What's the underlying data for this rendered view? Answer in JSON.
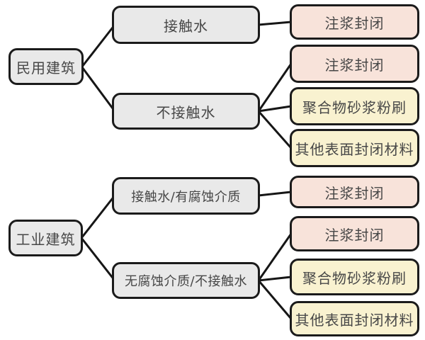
{
  "diagram": {
    "type": "tree-flowchart",
    "language": "zh",
    "colors": {
      "background": "#ffffff",
      "border": "#1b1b1b",
      "line": "#161616",
      "text": "#474747",
      "gray_fill": "#e9e9e9",
      "pink_fill": "#f8e3da",
      "yellow_fill": "#f9f2d0"
    },
    "tree1": {
      "root": "民用建筑",
      "branches": [
        {
          "label": "接触水",
          "children": [
            "注浆封闭"
          ]
        },
        {
          "label": "不接触水",
          "children": [
            "注浆封闭",
            "聚合物砂浆粉刷",
            "其他表面封闭材料"
          ]
        }
      ]
    },
    "tree2": {
      "root": "工业建筑",
      "branches": [
        {
          "label": "接触水/有腐蚀介质",
          "children": [
            "注浆封闭"
          ]
        },
        {
          "label": "无腐蚀介质/不接触水",
          "children": [
            "注浆封闭",
            "聚合物砂浆粉刷",
            "其他表面封闭材料"
          ]
        }
      ]
    }
  }
}
